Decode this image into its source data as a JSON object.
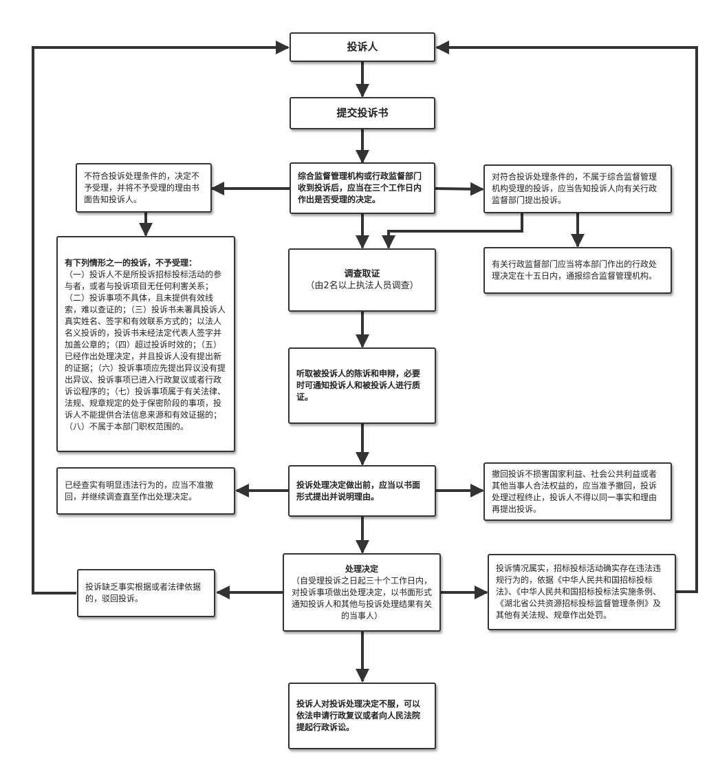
{
  "nodes": {
    "complainant": "投诉人",
    "submit": "提交投诉书",
    "receive": "综合监督管理机构或行政监督部门收到投诉后，应当在三个工作日内作出是否受理的决定。",
    "reject_condition": "不符合投诉处理条件的，决定不予受理，并将不予受理的理由书面告知投诉人。",
    "transfer_condition": "对符合投诉处理条件的，不属于综合监督管理机构受理的投诉，应当告知投诉人向有关行政监督部门提出投诉。",
    "not_accepted_title": "有下列情形之一的投诉，不予受理：",
    "not_accepted_body": "（一）投诉人不是所投诉招标投标活动的参与者，或者与投诉项目无任何利害关系；（二）投诉事项不具体，且未提供有效线索，难以查证的；（三）投诉书未署具投诉人真实姓名、签字和有效联系方式的；以法人名义投诉的，投诉书未经法定代表人签字并加盖公章的；（四）超过投诉时效的；（五）已经作出处理决定，并且投诉人没有提出新的证据；（六）投诉事项应先提出异议没有提出异议、投诉事项已进入行政复议或者行政诉讼程序的；（七）投诉事项属于有关法律、法规、规章规定的处于保密阶段的事项，投诉人不能提供合法信息来源和有效证据的；（八）不属于本部门职权范围的。",
    "investigate_title": "调查取证",
    "investigate_sub": "（由2名以上执法人员调查）",
    "other_dept": "有关行政监督部门应当将本部门作出的行政处理决定在十五日内，通报综合监督管理机构。",
    "hearing": "听取被投诉人的陈诉和申辩，必要时可通知投诉人和被投诉人进行质证。",
    "withdraw": "投诉处理决定做出前，应当以书面形式提出并说明理由。",
    "no_withdraw": "已经查实有明显违法行为的，应当不准撤回，并继续调查直至作出处理决定。",
    "allow_withdraw": "撤回投诉不损害国家利益、社会公共利益或者其他当事人合法权益的，应当准予撤回，投诉处理过程终止，投诉人不得以同一事实和理由再提出投诉。",
    "decision_title": "处理决定",
    "decision_sub": "（自受理投诉之日起三十个工作日内，对投诉事项做出处理决定，以书面形式通知投诉人和其他与投诉处理结果有关的当事人）",
    "dismiss": "投诉缺乏事实根据或者法律依据的，驳回投诉。",
    "punish": "投诉情况属实，招标投标活动确实存在违法违规行为的，依据《中华人民共和国招标投标法》、《中华人民共和国招标投标法实施条例、《湖北省公共资源招标投标监督管理条例》及其他有关法规、规章作出处罚。",
    "appeal": "投诉人对投诉处理决定不服，可以依法申请行政复议或者向人民法院提起行政诉讼。"
  }
}
